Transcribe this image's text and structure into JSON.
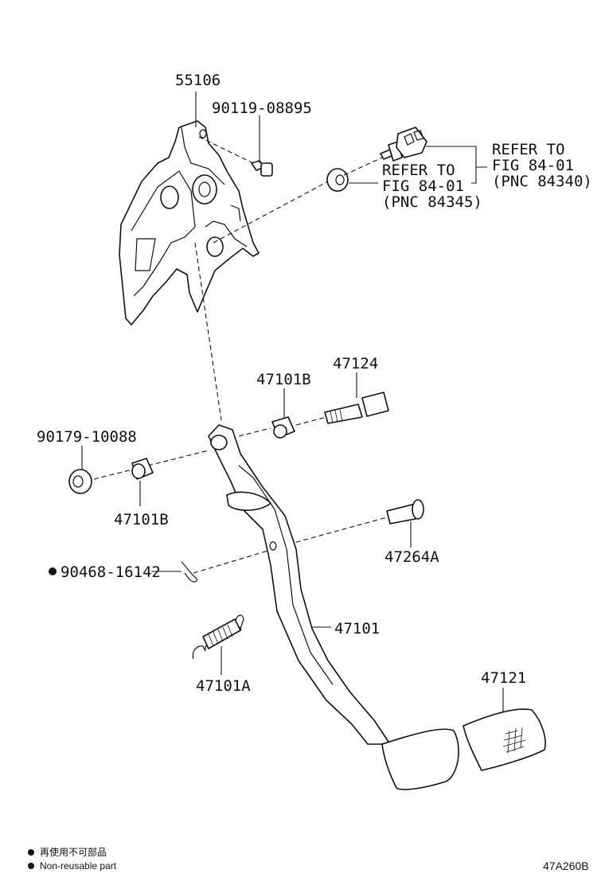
{
  "labels": {
    "l55106": "55106",
    "l90119": "90119-08895",
    "ref1": [
      "REFER TO",
      "FIG 84-01",
      "(PNC 84345)"
    ],
    "ref2": [
      "REFER TO",
      "FIG 84-01",
      "(PNC 84340)"
    ],
    "l47124": "47124",
    "l47101B_top": "47101B",
    "l90179": "90179-10088",
    "l47101B_bot": "47101B",
    "l47264A": "47264A",
    "l90468": "90468-16142",
    "l47101": "47101",
    "l47101A": "47101A",
    "l47121": "47121"
  },
  "legend": {
    "line1": "再使用不可部品",
    "line2": "Non-reusable part"
  },
  "figure_code": "47A260B"
}
